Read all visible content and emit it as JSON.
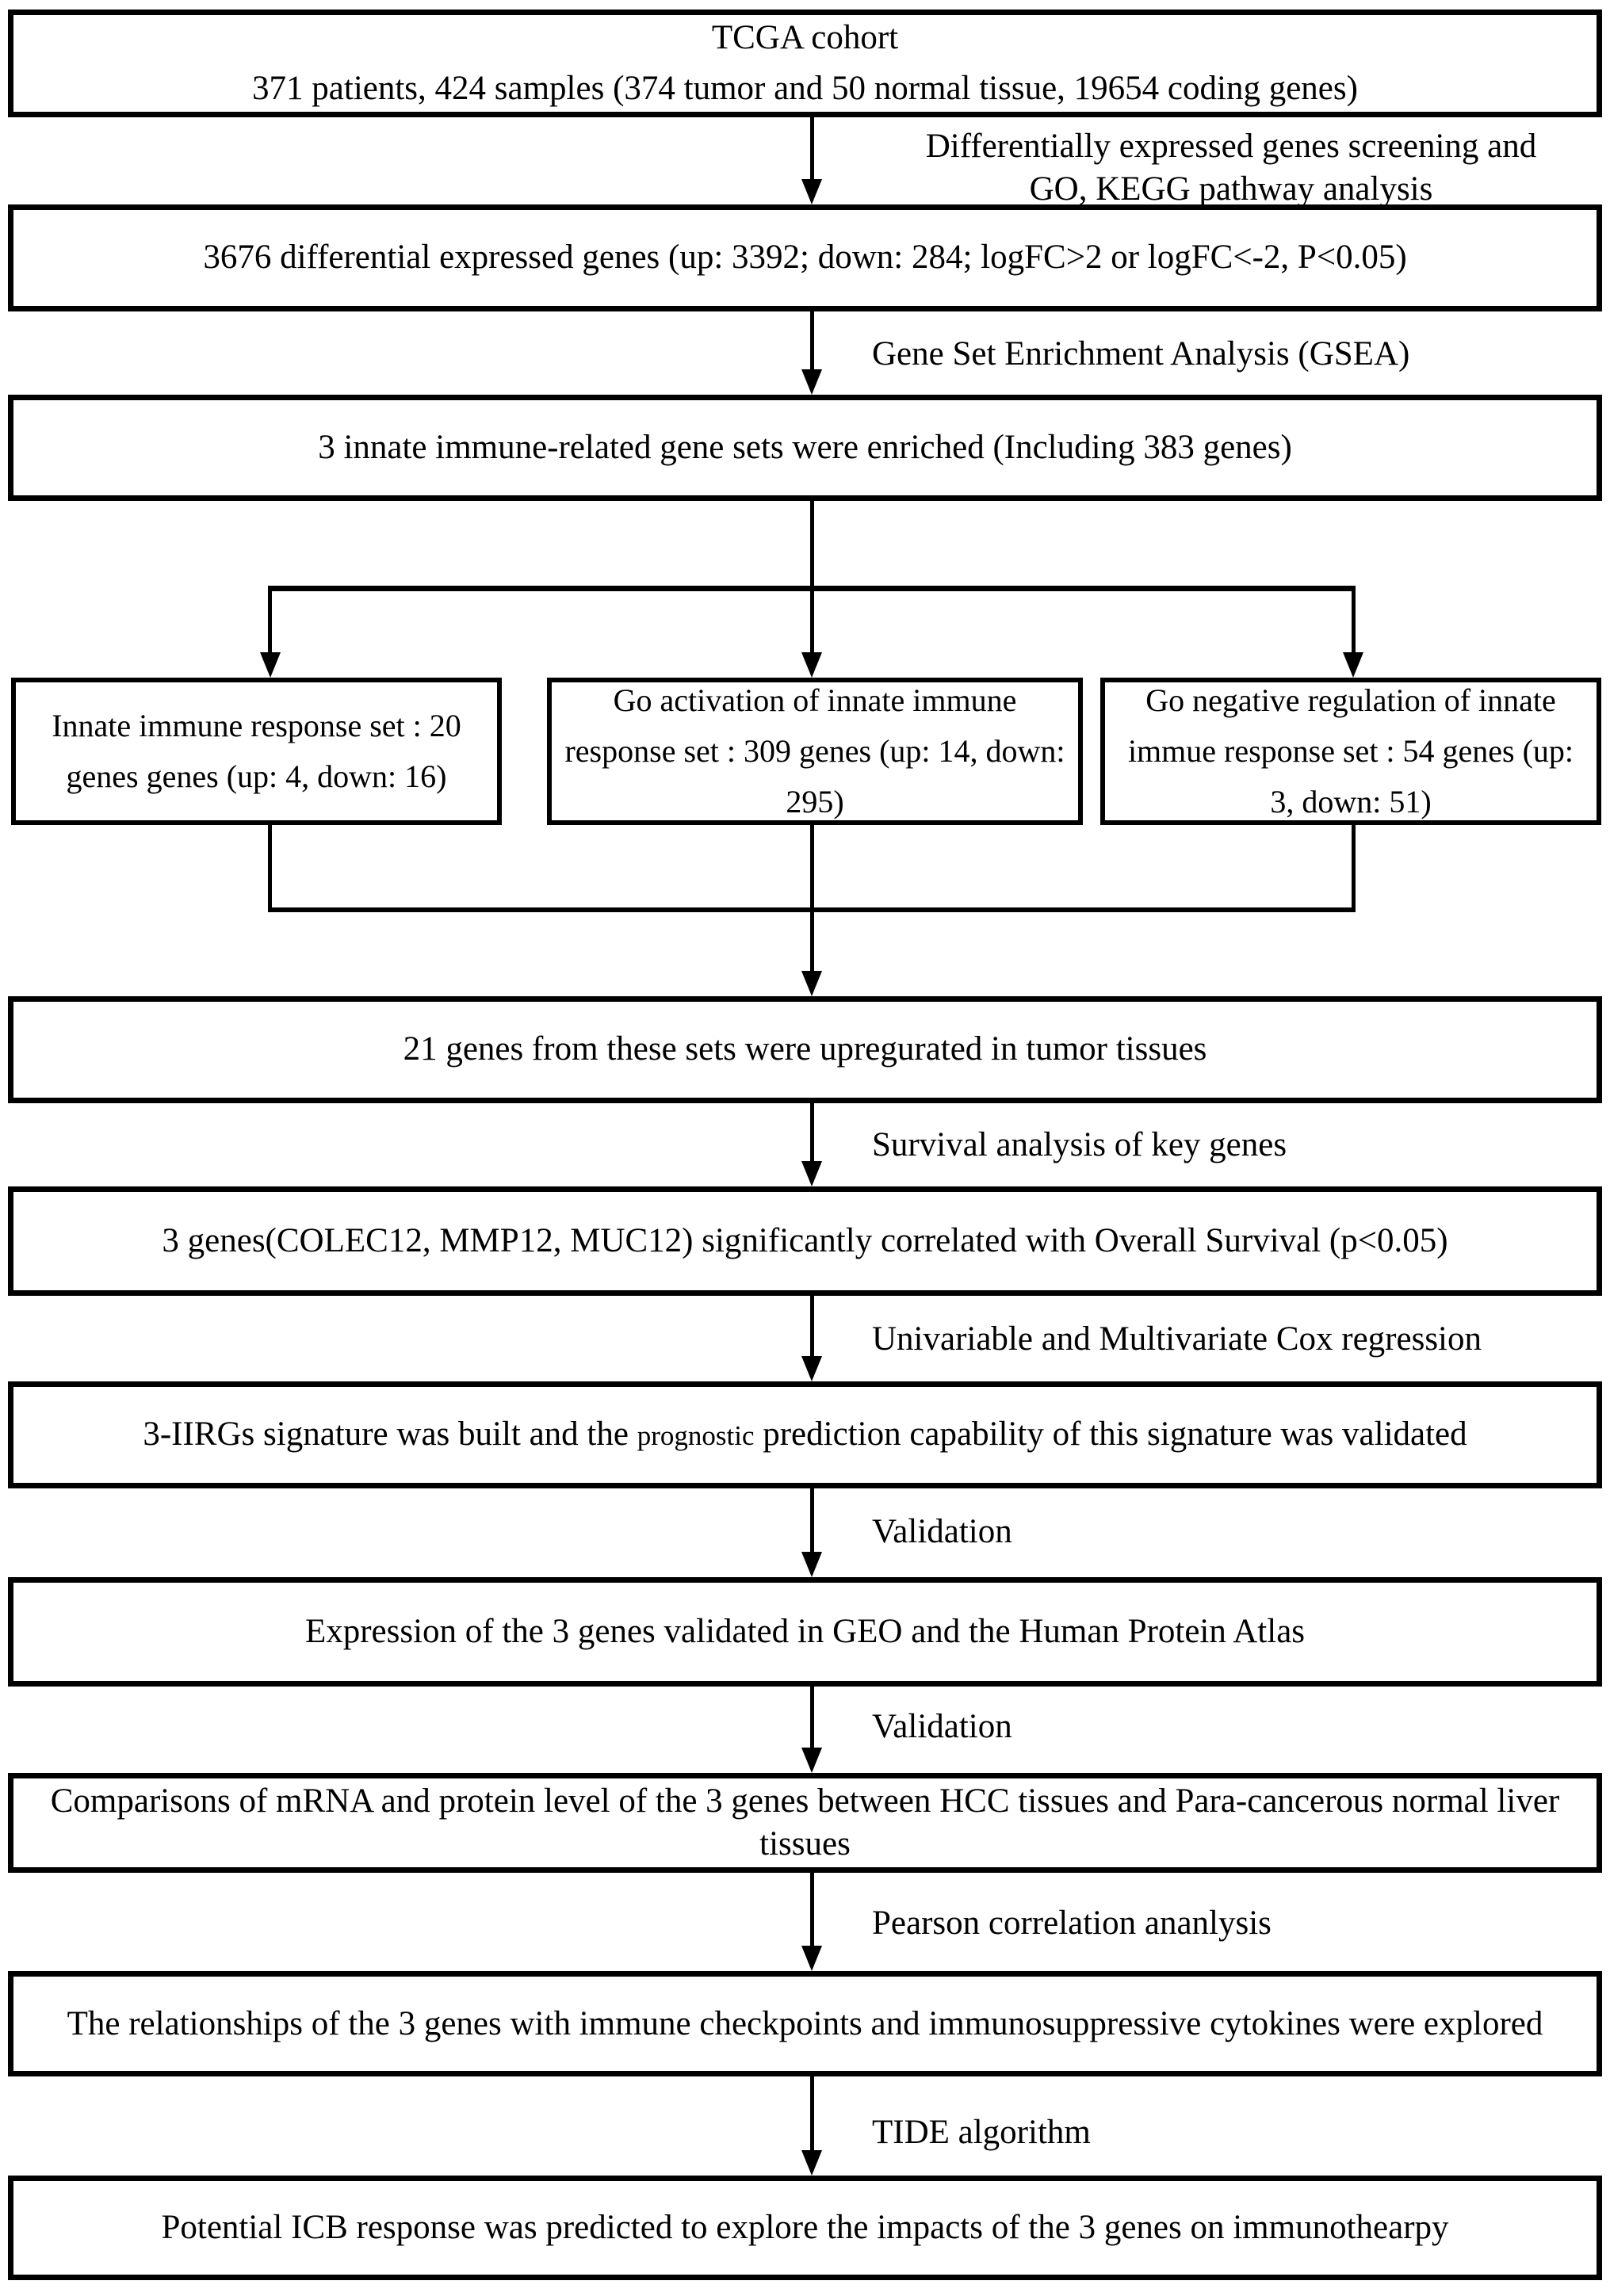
{
  "colors": {
    "line": "#000000",
    "text": "#000000",
    "background": "#ffffff"
  },
  "flowchart": {
    "nodes": {
      "tcga": {
        "line1": "TCGA cohort",
        "line2": "371 patients, 424 samples (374 tumor and 50 normal tissue, 19654 coding genes)"
      },
      "deg": {
        "text": "3676 differential expressed genes (up: 3392; down: 284; logFC>2 or logFC<-2, P<0.05)"
      },
      "gene_sets": {
        "text": "3 innate immune-related gene sets were enriched (Including 383 genes)"
      },
      "innate_set": {
        "text": "Innate immune response set : 20 genes genes (up: 4, down: 16)"
      },
      "activation_set": {
        "text": "Go activation of innate immune response set : 309 genes (up: 14, down: 295)"
      },
      "negative_set": {
        "text": "Go negative regulation of innate immue response set : 54 genes (up: 3, down: 51)"
      },
      "upregulated": {
        "text": "21 genes from these sets were upregurated in tumor tissues"
      },
      "three_genes": {
        "text": "3 genes(COLEC12, MMP12, MUC12) significantly correlated with Overall Survival (p<0.05)"
      },
      "signature": {
        "before": "3-IIRGs signature was built and the ",
        "small": "prognostic",
        "after": " prediction capability of this signature was validated"
      },
      "expression": {
        "text": "Expression of the 3 genes validated in GEO and the Human Protein Atlas"
      },
      "comparisons": {
        "text": "Comparisons of mRNA and protein level of the 3 genes between HCC tissues and Para-cancerous normal liver tissues"
      },
      "relationships": {
        "text": "The relationships of the 3 genes with immune checkpoints and immunosuppressive cytokines were explored"
      },
      "icb": {
        "text": "Potential ICB response was predicted to explore the impacts of the 3 genes on immunothearpy"
      }
    },
    "edges": {
      "deg_screening": {
        "line1": "Differentially expressed genes screening and",
        "line2": "GO, KEGG pathway analysis"
      },
      "gsea": {
        "text": "Gene Set Enrichment Analysis (GSEA)"
      },
      "survival": {
        "text": "Survival analysis of key genes"
      },
      "cox": {
        "text": "Univariable and Multivariate Cox regression"
      },
      "validation1": {
        "text": "Validation"
      },
      "validation2": {
        "text": "Validation"
      },
      "pearson": {
        "text": "Pearson correlation ananlysis"
      },
      "tide": {
        "text": "TIDE algorithm"
      }
    }
  }
}
